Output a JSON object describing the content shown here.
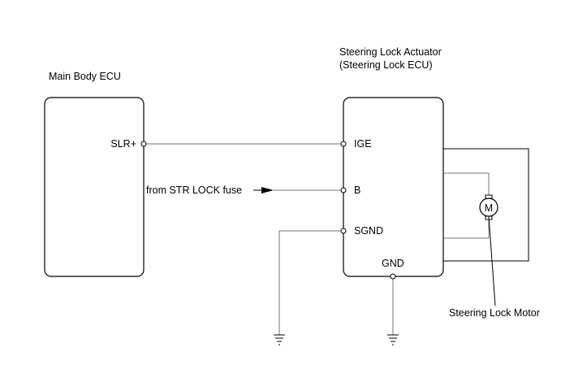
{
  "components": {
    "main_body_ecu": {
      "label": "Main Body ECU"
    },
    "steering_lock_actuator": {
      "label_line1": "Steering Lock Actuator",
      "label_line2": "(Steering Lock ECU)"
    },
    "motor": {
      "symbol": "M",
      "label": "Steering Lock Motor"
    }
  },
  "terminals": {
    "slr_plus": "SLR+",
    "ige": "IGE",
    "b": "B",
    "sgnd": "SGND",
    "gnd": "GND"
  },
  "annotations": {
    "fuse_feed": "from STR LOCK fuse"
  }
}
